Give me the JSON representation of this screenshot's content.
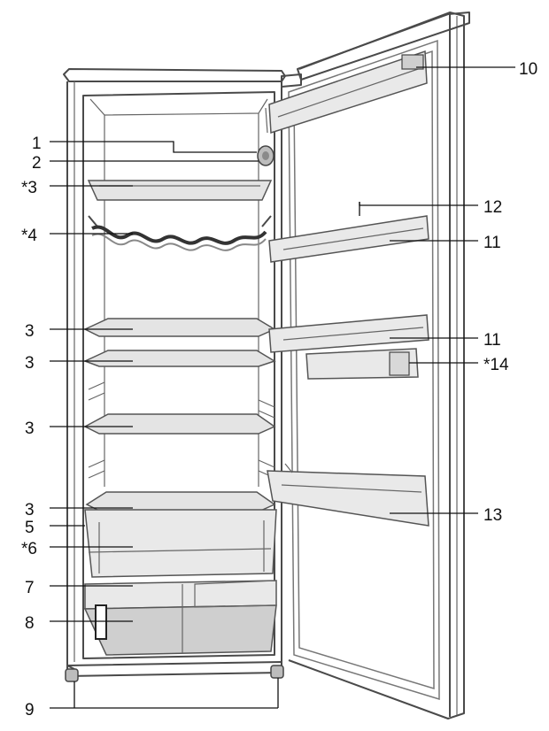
{
  "labels": {
    "l1": "1",
    "l2": "2",
    "l3a": "*3",
    "l4": "*4",
    "l3b": "3",
    "l3c": "3",
    "l3d": "3",
    "l3e": "3",
    "l5": "5",
    "l6": "*6",
    "l7": "7",
    "l8": "8",
    "l9": "9",
    "l10": "10",
    "l11a": "11",
    "l11b": "11",
    "l12": "12",
    "l13": "13",
    "l14": "*14"
  },
  "colors": {
    "line": "#111111",
    "outline": "#4a4a4a",
    "fill": "#e6e6e6"
  }
}
